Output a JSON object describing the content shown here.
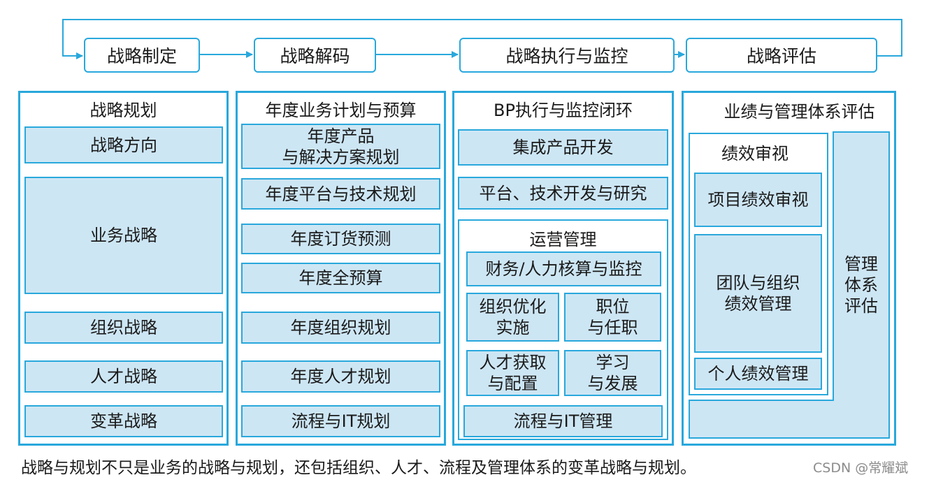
{
  "headers": [
    "战略制定",
    "战略解码",
    "战略执行与监控",
    "战略评估"
  ],
  "col1": {
    "title": "战略规划",
    "items": [
      "战略方向",
      "业务战略",
      "组织战略",
      "人才战略",
      "变革战略"
    ]
  },
  "col2": {
    "title": "年度业务计划与预算",
    "items": [
      "年度产品\n与解决方案规划",
      "年度平台与技术规划",
      "年度订货预测",
      "年度全预算",
      "年度组织规划",
      "年度人才规划",
      "流程与IT规划"
    ]
  },
  "col3": {
    "title": "BP执行与监控闭环",
    "items": [
      "集成产品开发",
      "平台、技术开发与研究"
    ],
    "ops": {
      "title": "运营管理",
      "items": [
        "财务/人力核算与监控",
        "组织优化\n实施",
        "职位\n与任职",
        "人才获取\n与配置",
        "学习\n与发展",
        "流程与IT管理"
      ]
    }
  },
  "col4": {
    "title": "业绩与管理体系评估",
    "perf": {
      "title": "绩效审视",
      "items": [
        "项目绩效审视",
        "团队与组织\n绩效管理",
        "个人绩效管理"
      ]
    },
    "mgmt": "管理\n体系\n评估"
  },
  "caption": "战略与规划不只是业务的战略与规划，还包括组织、人才、流程及管理体系的变革战略与规划。",
  "watermark": "CSDN @常耀斌",
  "colors": {
    "accent": "#29a8dc",
    "fill": "#cde6f4"
  }
}
